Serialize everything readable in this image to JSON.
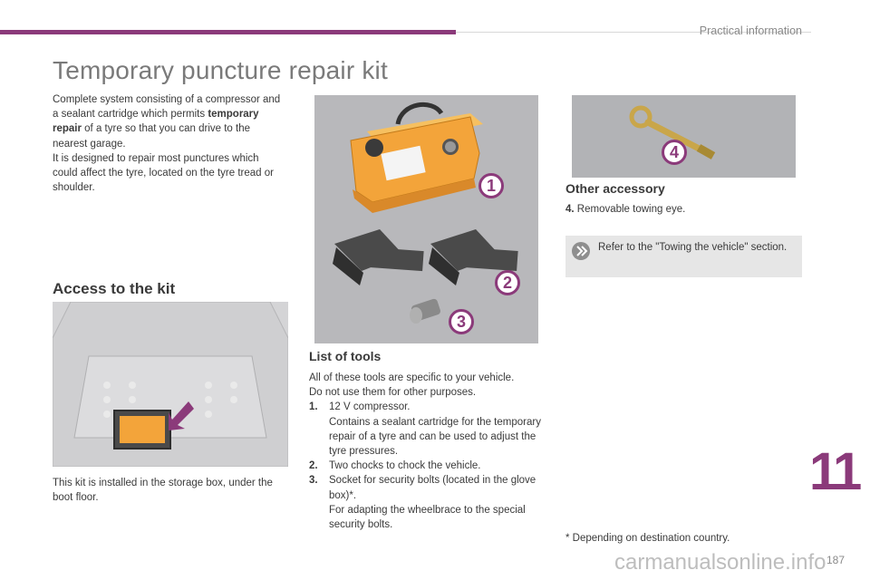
{
  "header": {
    "section": "Practical information",
    "title": "Temporary puncture repair kit"
  },
  "intro": {
    "line1": "Complete system consisting of a compressor and a sealant cartridge which permits ",
    "bold": "temporary repair",
    "line2": " of a tyre so that you can drive to the nearest garage.",
    "para2": "It is designed to repair most punctures which could affect the tyre, located on the tyre tread or shoulder."
  },
  "access": {
    "heading": "Access to the kit",
    "caption": "This kit is installed in the storage box, under the boot floor."
  },
  "kit_image": {
    "callouts": [
      "1",
      "2",
      "3"
    ]
  },
  "list": {
    "heading": "List of tools",
    "intro1": "All of these tools are specific to your vehicle.",
    "intro2": "Do not use them for other purposes.",
    "items": [
      {
        "num": "1.",
        "lines": [
          "12 V compressor.",
          "Contains a sealant cartridge for the temporary repair of a tyre and can be used to adjust the tyre pressures."
        ]
      },
      {
        "num": "2.",
        "lines": [
          "Two chocks to chock the vehicle."
        ]
      },
      {
        "num": "3.",
        "lines": [
          "Socket for security bolts (located in the glove box)*.",
          "For adapting the wheelbrace to the special security bolts."
        ]
      }
    ]
  },
  "other": {
    "heading": "Other accessory",
    "num": "4.",
    "text": " Removable towing eye.",
    "callout": "4"
  },
  "note": {
    "icon": "info-arrow-icon",
    "text": "Refer to the \"Towing the vehicle\" section."
  },
  "footnote": "* Depending on destination country.",
  "chapter": "11",
  "page_number": "187",
  "watermark": "carmanualsonline.info",
  "colors": {
    "accent": "#8b3a7a",
    "kit_case": "#f3a43a",
    "callout": "#8b3a7a"
  }
}
